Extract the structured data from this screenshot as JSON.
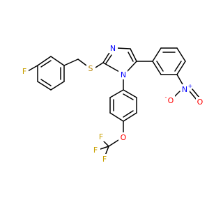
{
  "molecule": {
    "atoms": {
      "F1": "F",
      "S": "S",
      "N3": "N",
      "N1": "N",
      "N_nitro": "N",
      "N_charge": "+",
      "O_nitro_minus": "O",
      "O_charge": "-",
      "O_nitro": "O",
      "O_ether": "O",
      "F_a": "F",
      "F_b": "F",
      "F_c": "F"
    },
    "colors": {
      "bond": "#000000",
      "F": "#c9a000",
      "S": "#b8860b",
      "N": "#0000ff",
      "O": "#ff0000"
    }
  }
}
